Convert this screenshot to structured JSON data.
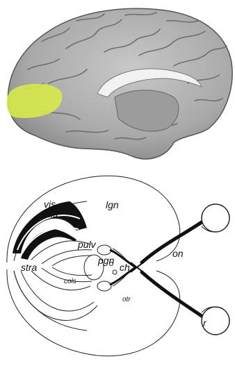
{
  "brain_figure": {
    "highlight_color": "#d6ea4a",
    "cortex_color": "#b5b5b5"
  },
  "pathway_diagram": {
    "labels": {
      "vis": "vis",
      "rad": "rad",
      "lgn": "lgn",
      "pulv": "pulv",
      "pgn": "pgn",
      "ch": "ch",
      "on": "on",
      "stra": "stra",
      "cols": "cols",
      "otr": "otr",
      "r": "r"
    }
  }
}
